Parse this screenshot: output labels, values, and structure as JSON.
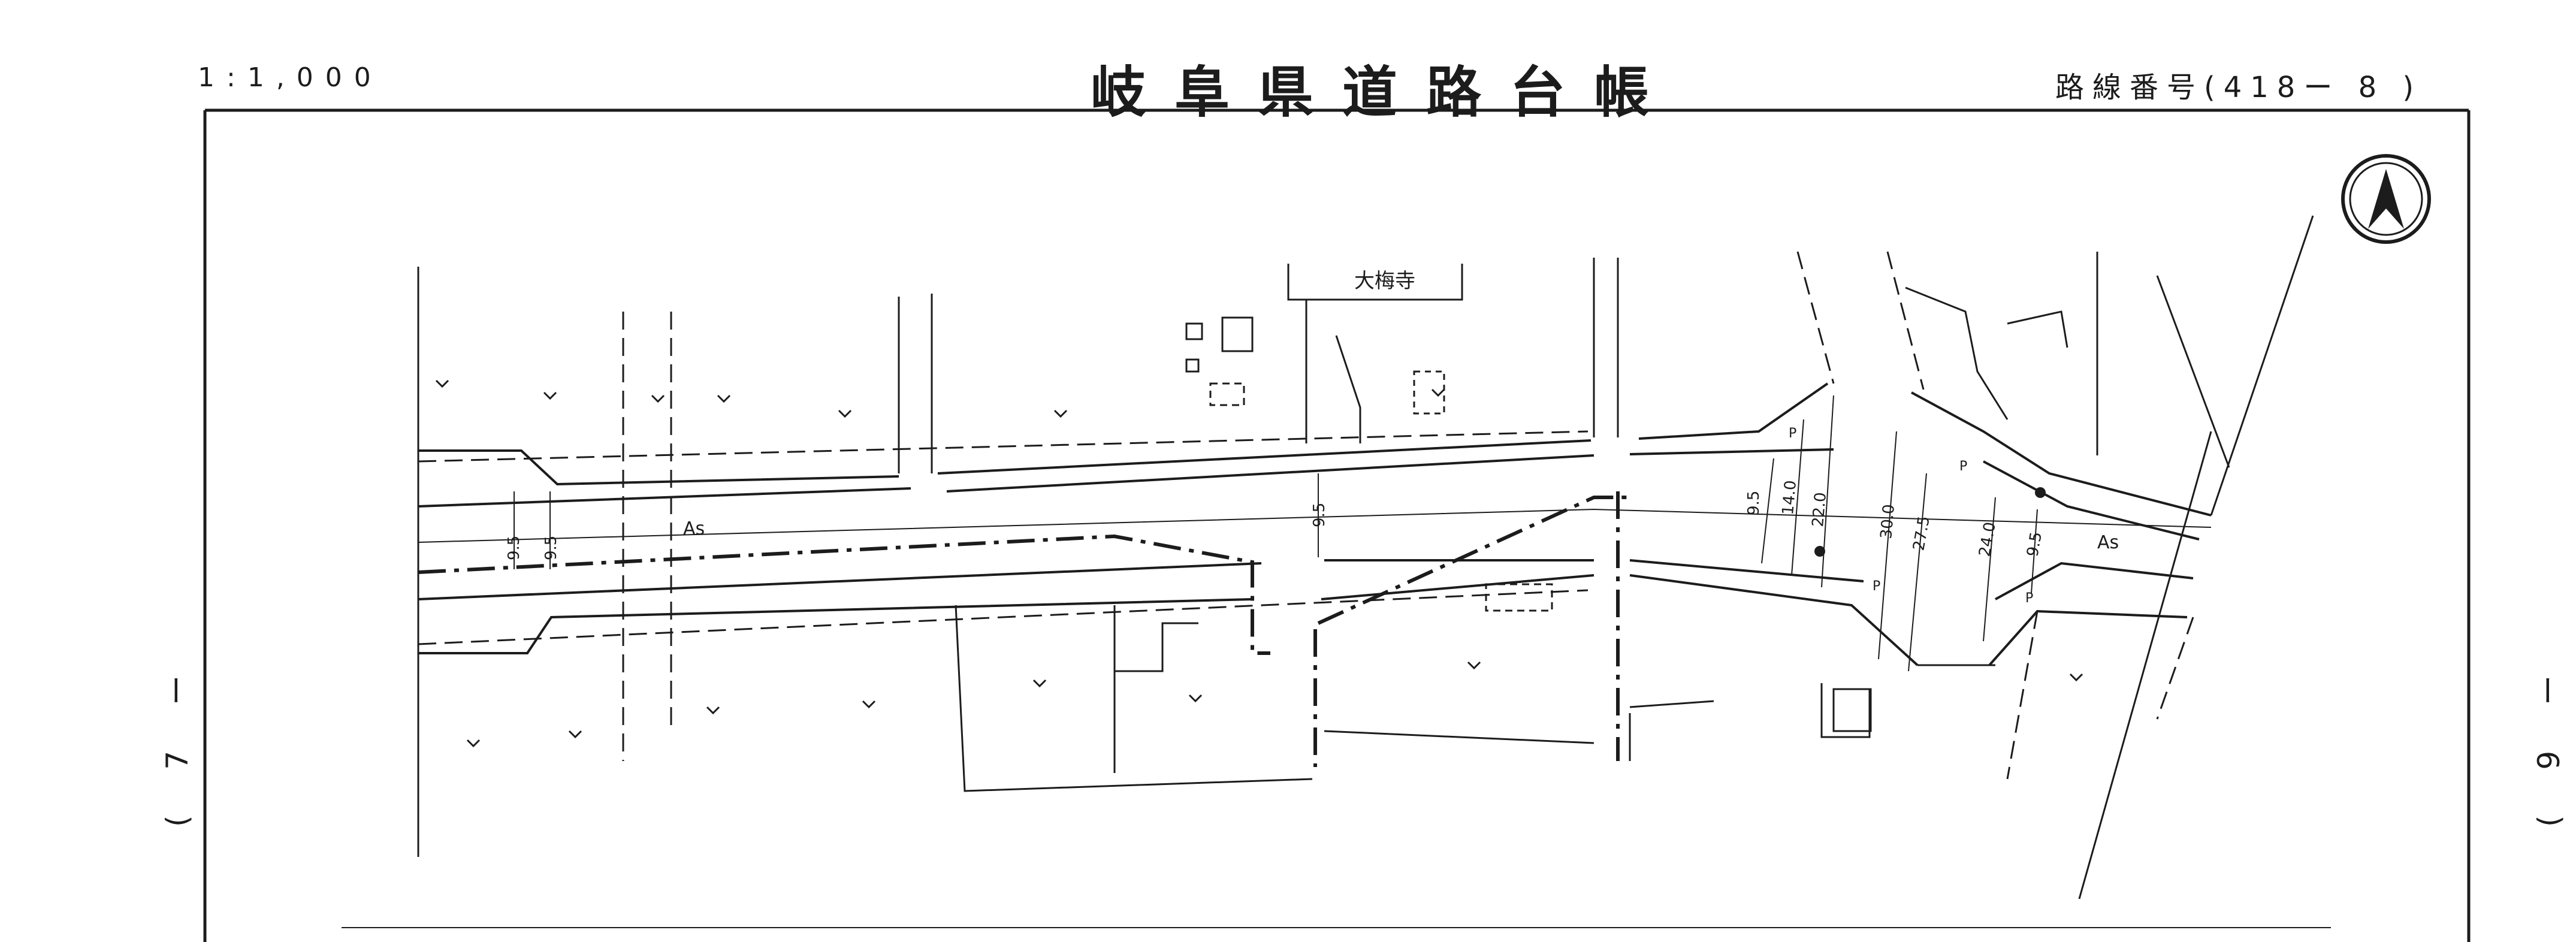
{
  "header": {
    "scale": "1:1,000",
    "title": "岐阜県道路台帳",
    "route_number": "路線番号(418ー 8 )"
  },
  "side_labels": {
    "left": "( 7 ー",
    "right": "( 9 ー"
  },
  "map": {
    "place_label": "大梅寺",
    "surface_labels": [
      "As",
      "As"
    ],
    "parking_labels": [
      "P",
      "P",
      "P",
      "P"
    ],
    "widths": [
      "9.5",
      "9.5",
      "9.5",
      "9.5",
      "14.0",
      "22.0",
      "30.0",
      "27.5",
      "24.0",
      "9.5"
    ],
    "icons": [
      "north-arrow-icon"
    ]
  },
  "colors": {
    "ink": "#1c1c1c",
    "paper": "#ffffff"
  }
}
